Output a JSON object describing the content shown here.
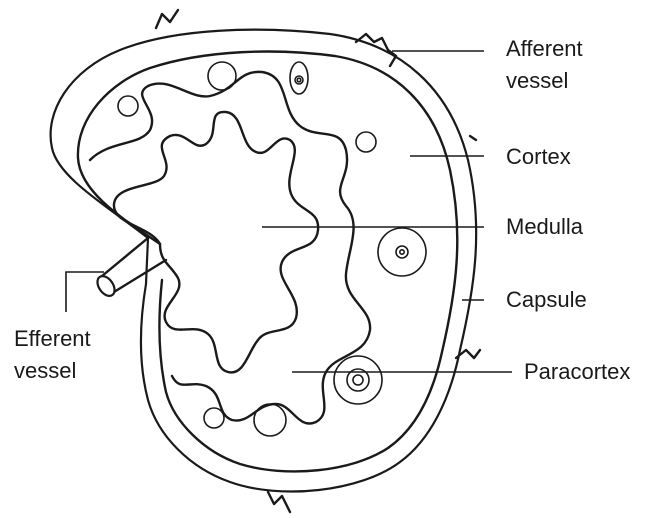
{
  "labels": {
    "afferent_line1": "Afferent",
    "afferent_line2": "vessel",
    "cortex": "Cortex",
    "medulla": "Medulla",
    "capsule": "Capsule",
    "paracortex": "Paracortex",
    "efferent_line1": "Efferent",
    "efferent_line2": "vessel"
  }
}
